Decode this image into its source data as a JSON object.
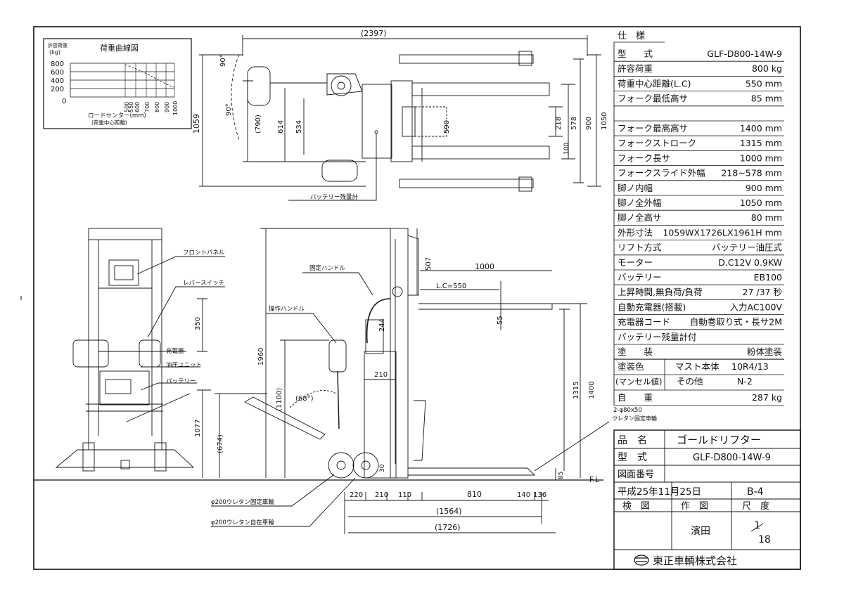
{
  "load_chart": {
    "title": "荷重曲線図",
    "y_axis_label_1": "許容荷重",
    "y_axis_label_2": "(kg)",
    "y_ticks": [
      "800",
      "600",
      "400",
      "200",
      "0"
    ],
    "x_ticks": [
      "500",
      "550",
      "600",
      "700",
      "800",
      "900",
      "1000"
    ],
    "x_label_1": "ロードセンター(mm)",
    "x_label_2": "(荷重中心距離)"
  },
  "spec_table": {
    "heading": "仕　様",
    "rows": [
      {
        "label": "型　　式",
        "value": "GLF-D800-14W-9"
      },
      {
        "label": "許容荷重",
        "value": "800  kg"
      },
      {
        "label": "荷重中心距離(L.C)",
        "value": "550 mm"
      },
      {
        "label": "フォーク最低高サ",
        "value": "85 mm"
      },
      {
        "label": "",
        "value": ""
      },
      {
        "label": "フォーク最高高サ",
        "value": "1400 mm"
      },
      {
        "label": "フォークストローク",
        "value": "1315 mm"
      },
      {
        "label": "フォーク長サ",
        "value": "1000 mm"
      },
      {
        "label": "フォークスライド外幅",
        "value": "218~578 mm"
      },
      {
        "label": "脚ノ内幅",
        "value": "900 mm"
      },
      {
        "label": "脚ノ全外幅",
        "value": "1050 mm"
      },
      {
        "label": "脚ノ全高サ",
        "value": "80 mm"
      },
      {
        "label": "外形寸法",
        "value": "1059WX1726LX1961H mm"
      },
      {
        "label": "リフト方式",
        "value": "バッテリー油圧式"
      },
      {
        "label": "モーター",
        "value": "D.C12V 0.9KW"
      },
      {
        "label": "バッテリー",
        "value": "EB100"
      },
      {
        "label": "上昇時間,無負荷/負荷",
        "value": "27 /37 秒"
      },
      {
        "label": "自動充電器(搭載)",
        "value": "入力AC100V"
      },
      {
        "label": "充電器コード",
        "value": "自動巻取り式・長サ2M"
      },
      {
        "label": "バッテリー残量計付",
        "value": ""
      },
      {
        "label": "塗　　装",
        "value": "粉体塗装"
      }
    ],
    "paint_color_label": "塗装色",
    "paint_color_sub": "(マンセル値)",
    "paint_mast_label": "マスト本体",
    "paint_mast_value": "10R4/13",
    "paint_other_label": "その他",
    "paint_other_value": "N-2",
    "weight_label": "自　　重",
    "weight_value": "287 kg"
  },
  "title_block": {
    "product_name_label": "品　名",
    "product_name": "ゴールドリフター",
    "model_label": "型　式",
    "model": "GLF-D800-14W-9",
    "drawing_no_label": "図面番号",
    "drawing_no": "",
    "date": "平成25年11月25日",
    "sheet_id": "B-4",
    "checked_label": "検　図",
    "drawn_label": "作　図",
    "scale_label": "尺　度",
    "drawn_by": "濱田",
    "scale_num": "1",
    "scale_den": "18",
    "company": "東正車輌株式会社"
  },
  "top_view": {
    "overall_length": "(2397)",
    "angle_1": "90°",
    "angle_2": "90°",
    "dim_1059": "1059",
    "dim_790": "(790)",
    "dim_614": "614",
    "dim_534": "534",
    "dim_590": "590",
    "dim_218": "218",
    "dim_578": "578",
    "dim_900": "900",
    "dim_1050": "1050",
    "dim_100": "100",
    "battery_meter": "バッテリー残量計"
  },
  "front_view": {
    "front_panel": "フロントパネル",
    "lever_switch": "レバースイッチ",
    "charger": "充電器",
    "hydraulic_unit": "油圧ユニット",
    "battery": "バッテリー",
    "dim_350": "350",
    "dim_1077": "1077",
    "dim_674": "(674)"
  },
  "side_view": {
    "fixed_handle": "固定ハンドル",
    "operation_handle": "操作ハンドル",
    "dim_1960": "1960",
    "dim_1100": "(1100)",
    "angle_68": "(68°)",
    "dim_507": "507",
    "dim_1000": "1000",
    "dim_lc": "L.C=550",
    "dim_55": "55",
    "dim_244": "244",
    "dim_210_inner": "210",
    "dim_1315": "1315",
    "dim_1400": "1400",
    "dim_30": "30",
    "dim_85": "85",
    "fl": "F.L",
    "caster_note_1": "2-φ80x50",
    "caster_note_2": "ウレタン固定車輪",
    "bottom_220": "220",
    "bottom_210": "210",
    "bottom_110": "110",
    "bottom_810": "810",
    "bottom_140": "140",
    "bottom_136": "136",
    "bottom_1564": "(1564)",
    "bottom_1726": "(1726)",
    "wheel_fixed": "φ200ウレタン固定車輪",
    "wheel_swivel": "φ200ウレタン自在車輪"
  }
}
